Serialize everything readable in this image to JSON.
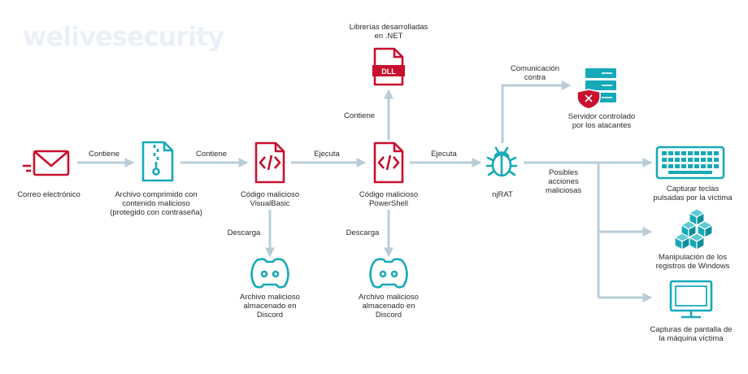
{
  "watermark": "welivesecurity",
  "colors": {
    "arrow": "#b9cdd9",
    "red": "#c8102e",
    "teal": "#16a9b8",
    "text": "#2b2b2b"
  },
  "nodes": {
    "email": "Correo electrónico",
    "archive": "Archivo comprimido con\ncontenido malicioso\n(protegido con contraseña)",
    "vb_code": "Código malicioso\nVisualBasic",
    "ps_code": "Código malicioso\nPowerShell",
    "dll": "Librerías desarrolladas\nen .NET",
    "dll_badge": "DLL",
    "discord1": "Archivo malicioso\nalmacenado en\nDiscord",
    "discord2": "Archivo malicioso\nalmacenado en\nDiscord",
    "njrat": "njRAT",
    "server": "Servidor controlado\npor los atacantes",
    "keylog": "Capturar teclas\npulsadas por la víctima",
    "registry": "Manipulación de los\nregistros de Windows",
    "screen": "Capturas de pantalla de\nla máquina víctima"
  },
  "edges": {
    "contains1": "Contiene",
    "contains2": "Contiene",
    "executes1": "Ejecuta",
    "executes2": "Ejecuta",
    "contains3": "Contiene",
    "download1": "Descarga",
    "download2": "Descarga",
    "comm": "Comunicación\ncontra",
    "possible": "Posibles\nacciones\nmaliciosas"
  },
  "icons": {
    "email": "envelope-icon",
    "archive": "zip-file-icon",
    "code": "code-file-icon",
    "dll": "dll-file-icon",
    "discord": "discord-icon",
    "bug": "bug-icon",
    "server": "server-icon",
    "keyboard": "keyboard-icon",
    "cubes": "cubes-icon",
    "monitor": "monitor-icon"
  }
}
